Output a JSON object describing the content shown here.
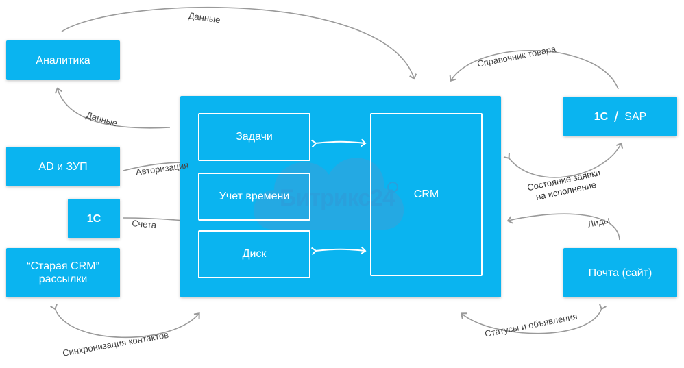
{
  "nodes": {
    "analytics": "Аналитика",
    "ad_zup": "AD и ЗУП",
    "onec_small": "1С",
    "old_crm_line1": "“Старая CRM”",
    "old_crm_line2": "рассылки",
    "onec_sap_left": "1С",
    "onec_sap_sep": "/",
    "onec_sap_right": "SAP",
    "mail_site": "Почта (сайт)"
  },
  "portal": {
    "tasks": "Задачи",
    "time_tracking": "Учет времени",
    "disk": "Диск",
    "crm": "CRM",
    "watermark": "Битрикс24"
  },
  "labels": {
    "data_top": "Данные",
    "data_left": "Данные",
    "product_catalog": "Справочник товара",
    "authorization": "Авторизация",
    "invoices": "Счета",
    "request_status_line1": "Состояние заявки",
    "request_status_line2": "на исполнение",
    "leads": "Лиды",
    "contacts_sync": "Синхронизация контактов",
    "statuses_ads": "Статусы и объявления"
  },
  "colors": {
    "box_blue": "#0ab4f0",
    "arrow_gray": "#9a9a9a",
    "text_gray": "#444444"
  }
}
